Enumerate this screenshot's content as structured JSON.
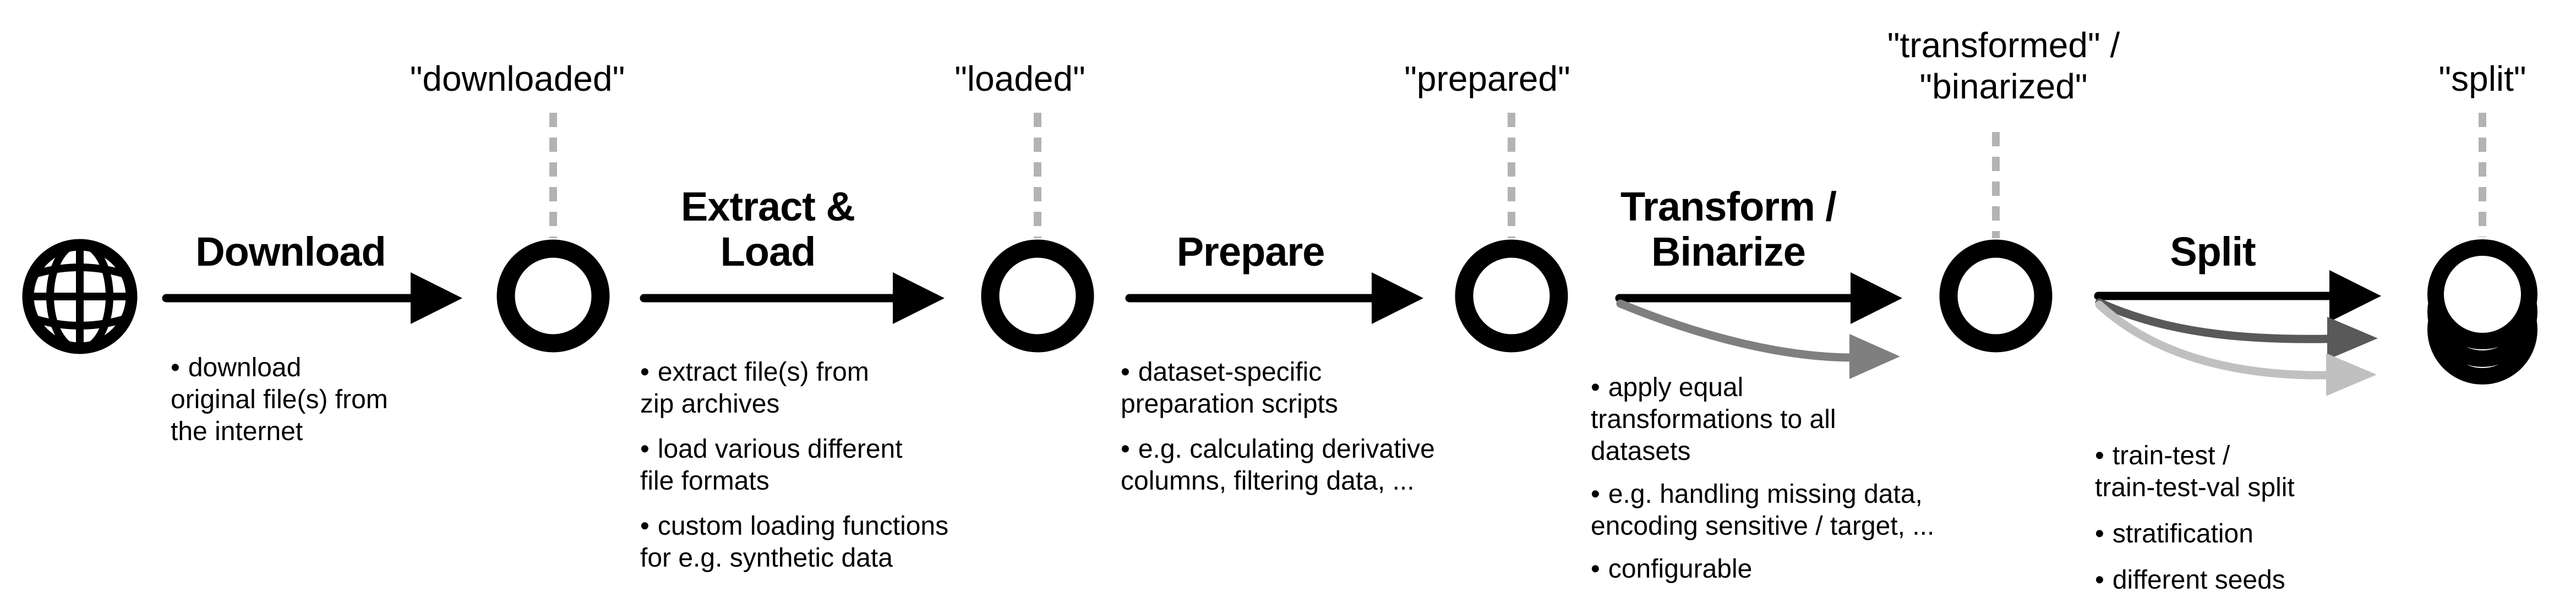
{
  "diagram": {
    "glyphs": {
      "bullet": "•"
    },
    "colors": {
      "ink": "#000000",
      "dash_gray": "#b3b3b3",
      "transform_arrow_gray": "#7f7f7f",
      "split_arrow_dark_gray": "#595959",
      "split_arrow_light_gray": "#c0c0c0"
    },
    "icons": {
      "internet_source": "globe-icon",
      "pipeline_state": "circle-node-icon",
      "split_result": "stacked-circles-icon"
    },
    "stages": [
      {
        "heading": "Download",
        "state_label": "\"downloaded\"",
        "bullets": [
          "download\noriginal file(s) from\nthe internet"
        ]
      },
      {
        "heading": "Extract &\nLoad",
        "state_label": "\"loaded\"",
        "bullets": [
          "extract file(s) from\nzip archives",
          "load various different\nfile formats",
          "custom loading functions\nfor e.g. synthetic data"
        ]
      },
      {
        "heading": "Prepare",
        "state_label": "\"prepared\"",
        "bullets": [
          "dataset-specific\npreparation scripts",
          "e.g. calculating derivative\ncolumns, filtering data, ..."
        ]
      },
      {
        "heading": "Transform /\nBinarize",
        "state_label": "\"transformed\" /\n\"binarized\"",
        "bullets": [
          "apply equal\ntransformations to all\ndatasets",
          "e.g. handling missing data,\nencoding sensitive / target, ...",
          "configurable"
        ]
      },
      {
        "heading": "Split",
        "state_label": "\"split\"",
        "bullets": [
          "train-test /\ntrain-test-val split",
          "stratification",
          "different seeds"
        ]
      }
    ]
  }
}
